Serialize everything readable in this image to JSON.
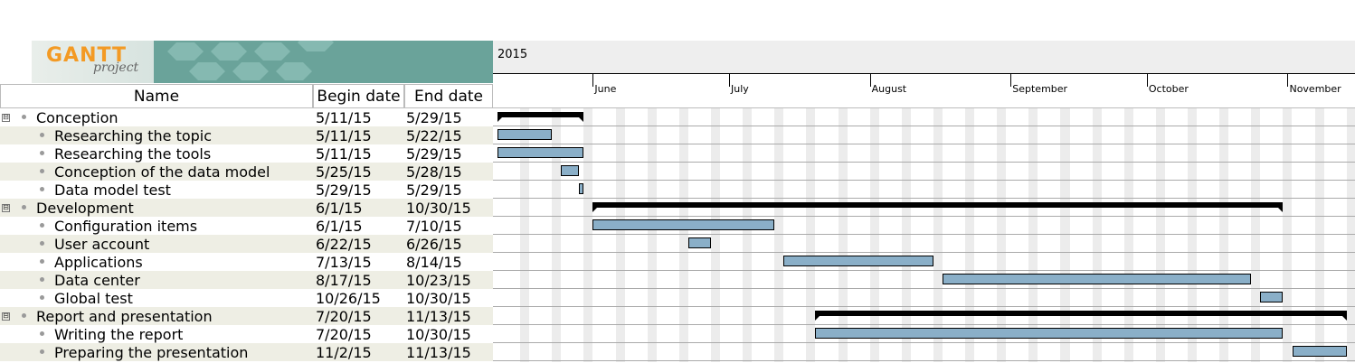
{
  "logo": {
    "word": "GANTT",
    "sub": "project"
  },
  "columns": {
    "name": "Name",
    "begin": "Begin date",
    "end": "End date"
  },
  "toggle_symbol": "⊟",
  "tasks": [
    {
      "name": "Conception",
      "begin": "5/11/15",
      "end": "5/29/15",
      "group": true
    },
    {
      "name": "Researching the topic",
      "begin": "5/11/15",
      "end": "5/22/15",
      "group": false
    },
    {
      "name": "Researching the tools",
      "begin": "5/11/15",
      "end": "5/29/15",
      "group": false
    },
    {
      "name": "Conception of the data model",
      "begin": "5/25/15",
      "end": "5/28/15",
      "group": false
    },
    {
      "name": "Data model test",
      "begin": "5/29/15",
      "end": "5/29/15",
      "group": false
    },
    {
      "name": "Development",
      "begin": "6/1/15",
      "end": "10/30/15",
      "group": true
    },
    {
      "name": "Configuration items",
      "begin": "6/1/15",
      "end": "7/10/15",
      "group": false
    },
    {
      "name": "User account",
      "begin": "6/22/15",
      "end": "6/26/15",
      "group": false
    },
    {
      "name": "Applications",
      "begin": "7/13/15",
      "end": "8/14/15",
      "group": false
    },
    {
      "name": "Data center",
      "begin": "8/17/15",
      "end": "10/23/15",
      "group": false
    },
    {
      "name": "Global test",
      "begin": "10/26/15",
      "end": "10/30/15",
      "group": false
    },
    {
      "name": "Report and presentation",
      "begin": "7/20/15",
      "end": "11/13/15",
      "group": true
    },
    {
      "name": "Writing the report",
      "begin": "7/20/15",
      "end": "10/30/15",
      "group": false
    },
    {
      "name": "Preparing the presentation",
      "begin": "11/2/15",
      "end": "11/13/15",
      "group": false
    }
  ],
  "timeline": {
    "year": "2015",
    "start_date": "2015-05-11",
    "months": [
      {
        "label": "June",
        "date": "2015-06-01"
      },
      {
        "label": "July",
        "date": "2015-07-01"
      },
      {
        "label": "August",
        "date": "2015-08-01"
      },
      {
        "label": "September",
        "date": "2015-09-01"
      },
      {
        "label": "October",
        "date": "2015-10-01"
      },
      {
        "label": "November",
        "date": "2015-11-01"
      }
    ]
  },
  "colors": {
    "task_bar": "#8aafc8",
    "summary_bar": "#000000",
    "weekend": "#ececec",
    "alt_row": "#eeeee4"
  }
}
